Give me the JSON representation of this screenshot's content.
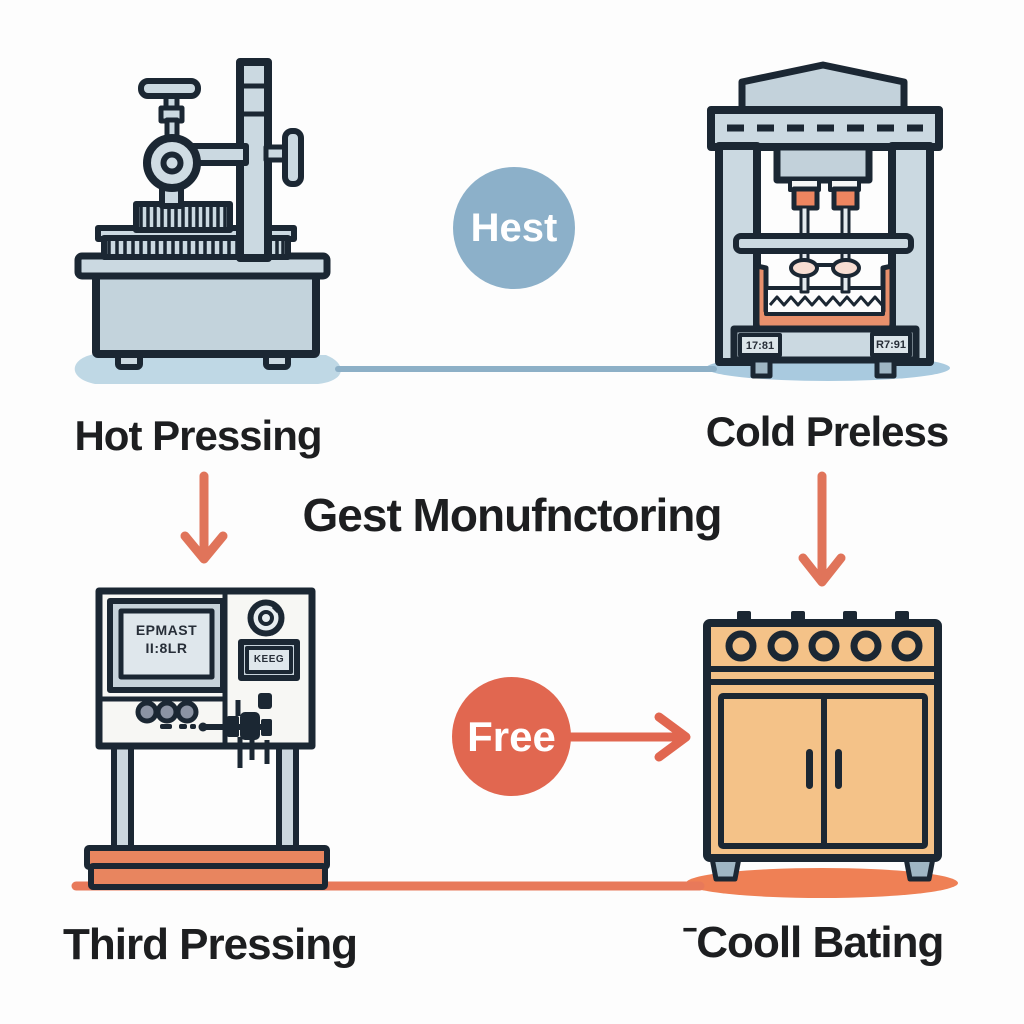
{
  "diagram": {
    "title": "Gest Monufnctoring",
    "stations": {
      "hot_press": {
        "label": "Hot Pressing"
      },
      "cold_press": {
        "label": "Cold Preless",
        "plate_left": "17:81",
        "plate_right": "R7:91"
      },
      "third_press": {
        "label": "Third Pressing",
        "screen_line1": "EPMAST",
        "screen_line2": "II:8LR",
        "keypad_label": "KEEG"
      },
      "cool_bake": {
        "label": "ˉCooll Bating"
      }
    },
    "badges": {
      "heat": {
        "label": "Hest",
        "color": "#8cb0c9"
      },
      "free": {
        "label": "Free",
        "color": "#e16750"
      }
    },
    "colors": {
      "outline": "#1b2733",
      "machine_blue": "#cbd9e1",
      "oven_orange": "#f4c288",
      "accent_salmon": "#e8855f",
      "arrow": "#e0745a",
      "link_blue": "#8db0c7",
      "link_orange": "#e8795a",
      "text": "#1d1e20",
      "background": "#fdfdfd"
    }
  }
}
